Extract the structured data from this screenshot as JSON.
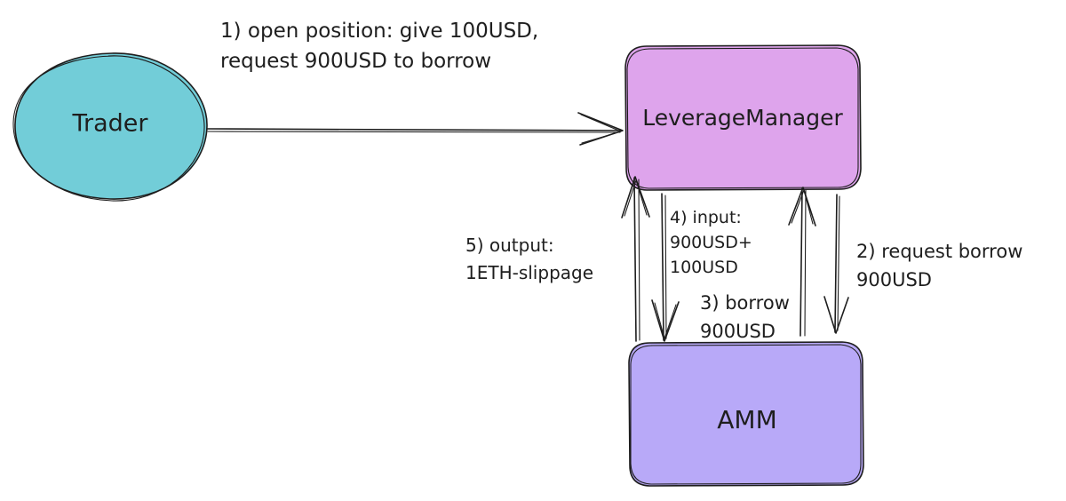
{
  "nodes": {
    "trader": {
      "label": "Trader",
      "fill": "#72cdd8",
      "text_color": "#3c4f5e"
    },
    "leverage_manager": {
      "label": "LeverageManager",
      "fill": "#dea4ec"
    },
    "amm": {
      "label": "AMM",
      "fill": "#b8a9f8"
    }
  },
  "edges": {
    "open_position": {
      "from": "Trader",
      "to": "LeverageManager",
      "label_lines": [
        "1) open position: give 100USD,",
        "request 900USD to borrow"
      ]
    },
    "request_borrow": {
      "from": "LeverageManager",
      "to": "AMM",
      "label_lines": [
        "2) request borrow",
        "900USD"
      ]
    },
    "borrow": {
      "from": "AMM",
      "to": "LeverageManager",
      "label_lines": [
        "3) borrow",
        "900USD"
      ]
    },
    "input": {
      "from": "LeverageManager",
      "to": "AMM",
      "label_lines": [
        "4) input:",
        "900USD+",
        "100USD"
      ]
    },
    "output": {
      "from": "AMM",
      "to": "LeverageManager",
      "label_lines": [
        "5) output:",
        "1ETH-slippage"
      ]
    }
  },
  "colors": {
    "stroke": "#1e1e1e",
    "text": "#1e1e1e"
  }
}
